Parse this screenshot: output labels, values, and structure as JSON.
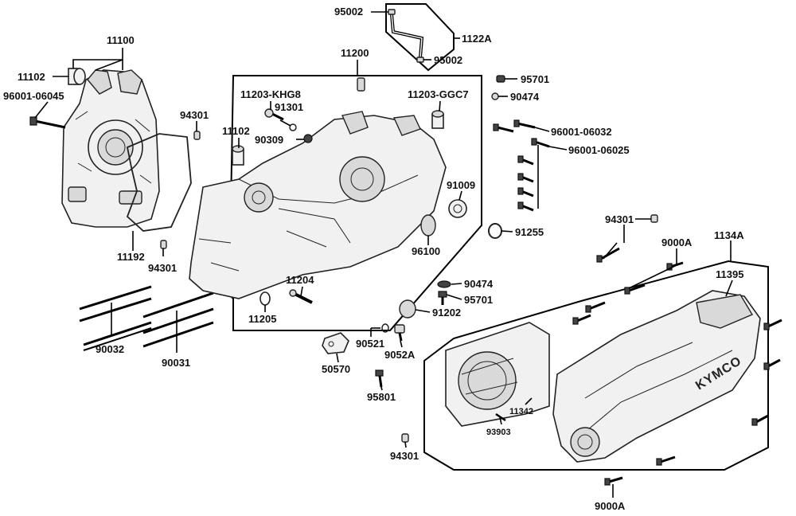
{
  "diagram": {
    "brand_mark": "KYMCO",
    "labels": {
      "p11100": "11100",
      "p11102_left": "11102",
      "p96001_06045": "96001-06045",
      "p94301_top": "94301",
      "p11192": "11192",
      "p94301_mid": "94301",
      "p90032": "90032",
      "p90031": "90031",
      "p11200": "11200",
      "p11203_khg8": "11203-KHG8",
      "p91301": "91301",
      "p11102_mid": "11102",
      "p90309": "90309",
      "p11203_ggc7": "11203-GGC7",
      "p91009": "91009",
      "p96100": "96100",
      "p11204": "11204",
      "p11205": "11205",
      "p95002_top": "95002",
      "p1122a": "1122A",
      "p95002_bot": "95002",
      "p95701_top": "95701",
      "p90474_top": "90474",
      "p96001_06032": "96001-06032",
      "p96001_06025": "96001-06025",
      "p91255": "91255",
      "p94301_right": "94301",
      "p9000a_top": "9000A",
      "p1134a": "1134A",
      "p11395": "11395",
      "p90474_mid": "90474",
      "p95701_mid": "95701",
      "p91202": "91202",
      "p90521": "90521",
      "p9052a": "9052A",
      "p50570": "50570",
      "p95801": "95801",
      "p11342": "11342",
      "p93903": "93903",
      "p94301_bottom": "94301",
      "p9000a_bottom": "9000A"
    }
  }
}
